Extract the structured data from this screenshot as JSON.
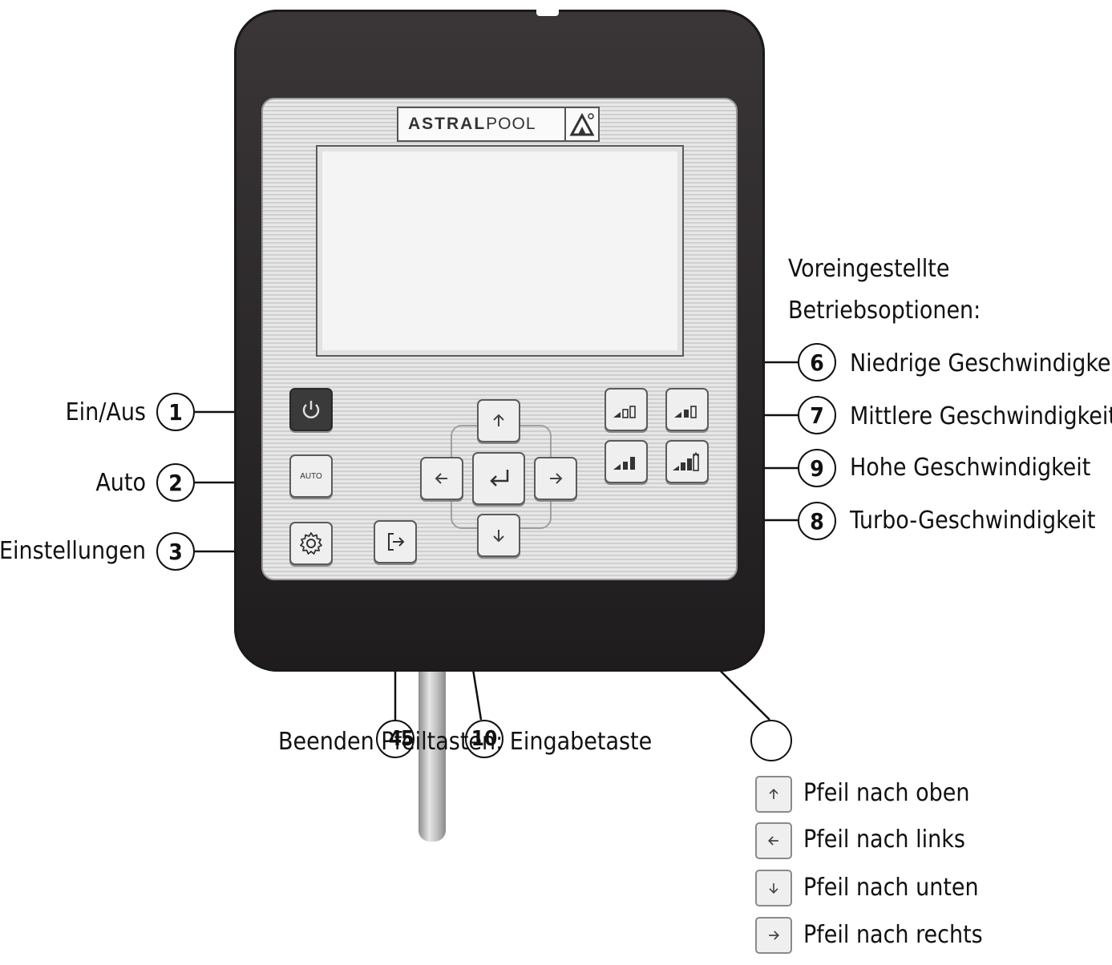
{
  "brand": {
    "logo_bold": "ASTRAL",
    "logo_light": "POOL"
  },
  "presets_heading": {
    "line1": "Voreingestellte",
    "line2": "Betriebsoptionen:"
  },
  "left_callouts": [
    {
      "number": "1",
      "label": "Ein/Aus"
    },
    {
      "number": "2",
      "label": "Auto"
    },
    {
      "number": "3",
      "label": "Einstellungen"
    }
  ],
  "right_callouts": [
    {
      "number": "6",
      "label": "Niedrige Geschwindigkeit"
    },
    {
      "number": "7",
      "label": "Mittlere Geschwindigkeit"
    },
    {
      "number": "9",
      "label": "Hohe Geschwindigkeit"
    },
    {
      "number": "8",
      "label": "Turbo-Geschwindigkeit"
    }
  ],
  "bottom_callouts": {
    "number_a": "4",
    "number_b": "5",
    "number_c": "10",
    "text": "Beenden Pfeiltasten: Eingabetaste"
  },
  "auto_key_label": "AUTO",
  "legend": [
    {
      "icon": "arrow-up-icon",
      "label": "Pfeil nach oben"
    },
    {
      "icon": "arrow-left-icon",
      "label": "Pfeil nach links"
    },
    {
      "icon": "arrow-down-icon",
      "label": "Pfeil nach unten"
    },
    {
      "icon": "arrow-right-icon",
      "label": "Pfeil nach rechts"
    }
  ]
}
